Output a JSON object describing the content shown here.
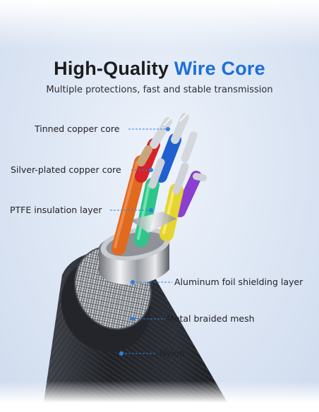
{
  "heading": {
    "title_main": "High-Quality",
    "title_accent": "Wire Core",
    "subtitle": "Multiple protections, fast and stable transmission"
  },
  "labels": {
    "tinned": "Tinned copper core",
    "silver": "Silver-plated copper core",
    "ptfe": "PTFE insulation layer",
    "foil": "Aluminum foil shielding layer",
    "braid": "Metal braided mesh",
    "nylon": "Nylon"
  },
  "colors": {
    "accent": "#1d6fd9",
    "leader_line": "#2f7fe0",
    "wire_orange": "#e06a1e",
    "wire_red": "#d6232a",
    "wire_blue": "#1f5fd0",
    "wire_green": "#2fc58a",
    "wire_yellow": "#e6d430",
    "wire_purple": "#8a3fd0"
  }
}
